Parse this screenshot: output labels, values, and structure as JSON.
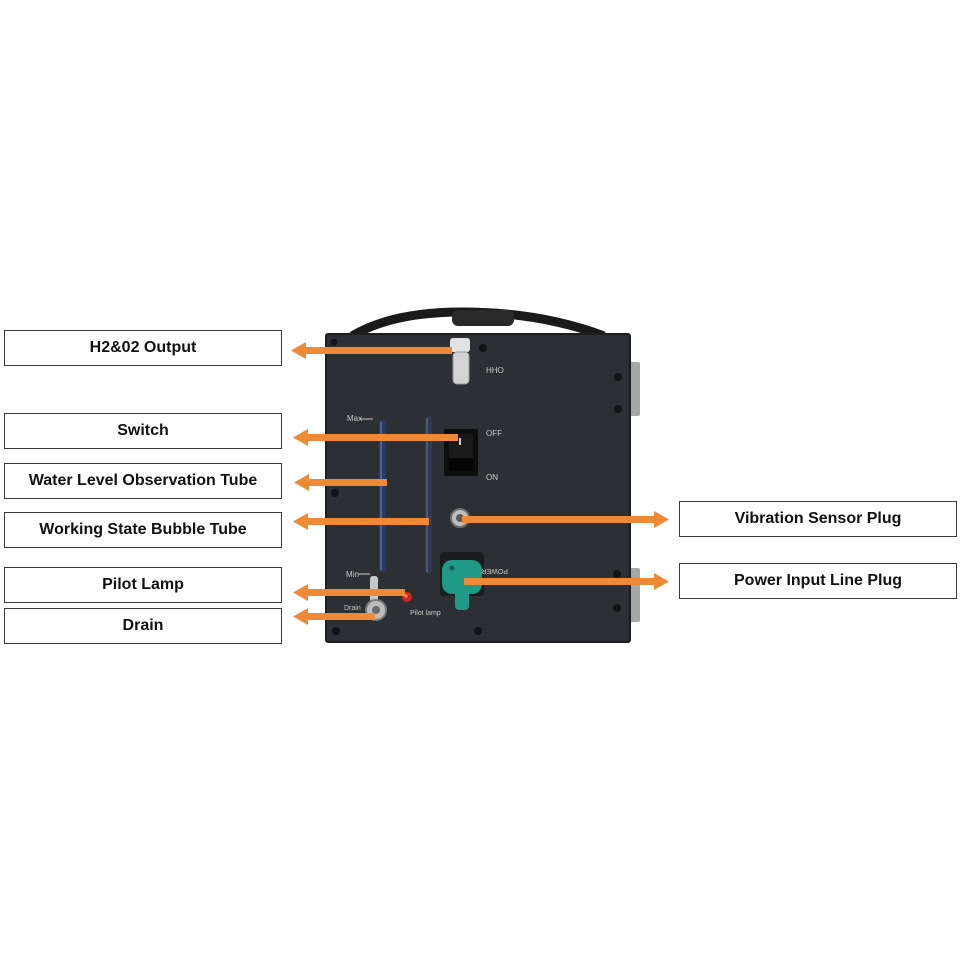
{
  "labels": {
    "h2_o2_output": "H2&02 Output",
    "switch": "Switch",
    "water_level_tube": "Water Level Observation Tube",
    "bubble_tube": "Working State Bubble Tube",
    "pilot_lamp": "Pilot Lamp",
    "drain": "Drain",
    "vibration_sensor_plug": "Vibration Sensor Plug",
    "power_input_plug": "Power Input Line Plug"
  },
  "panel_markings": {
    "hho": "HHO",
    "off": "OFF",
    "on": "ON",
    "max": "Max",
    "min": "Min",
    "drain": "Drain",
    "pilot_lamp": "Pilot lamp",
    "power": "POWER"
  },
  "colors": {
    "arrow": "#ee8a36",
    "panel": "#2c2f33",
    "connector": "#1f9a86"
  }
}
